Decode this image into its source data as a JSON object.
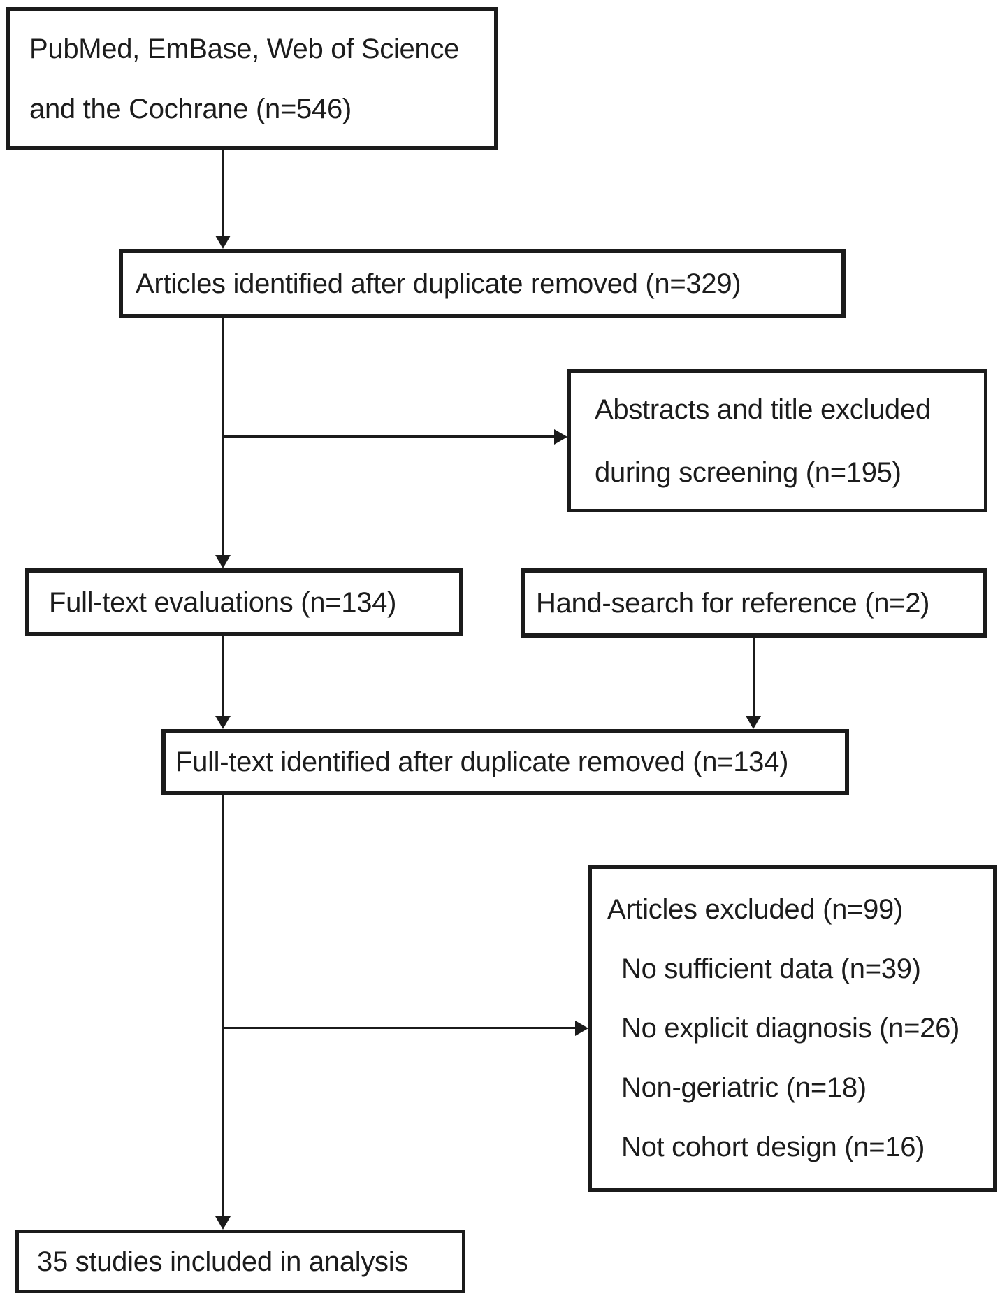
{
  "diagram": {
    "type": "prisma-flowchart",
    "colors": {
      "background": "#ffffff",
      "border": "#1b1b1b",
      "text": "#1c1c1c",
      "arrow": "#1b1b1b"
    },
    "boxes": {
      "sources": {
        "line1": "PubMed, EmBase, Web of Science",
        "line2": "and the Cochrane (n=546)"
      },
      "identified": {
        "label": "Articles identified after duplicate removed (n=329)"
      },
      "abstracts_excluded": {
        "line1": "Abstracts and title excluded",
        "line2": "during screening (n=195)"
      },
      "fulltext_evaluations": {
        "label": "Full-text evaluations (n=134)"
      },
      "hand_search": {
        "label": "Hand-search for reference (n=2)"
      },
      "fulltext_identified": {
        "label": "Full-text identified after duplicate removed (n=134)"
      },
      "articles_excluded": {
        "title": "Articles excluded (n=99)",
        "items": [
          "No sufficient data (n=39)",
          "No explicit diagnosis (n=26)",
          "Non-geriatric (n=18)",
          "Not cohort design (n=16)"
        ]
      },
      "included": {
        "label": "35 studies included in analysis"
      }
    }
  }
}
